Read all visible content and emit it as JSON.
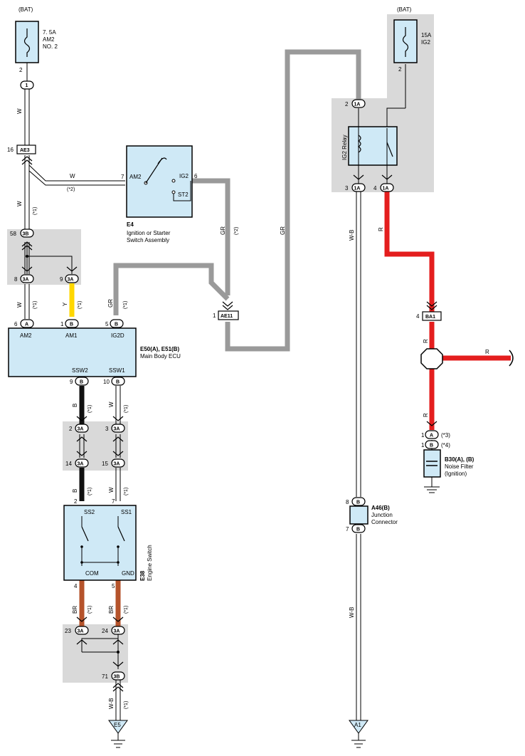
{
  "fuses": {
    "am2": {
      "source": "(BAT)",
      "rating": "7. 5A",
      "name": "AM2",
      "extra": "NO. 2",
      "pin": "2"
    },
    "ig2": {
      "source": "(BAT)",
      "rating": "15A",
      "name": "IG2",
      "pin": "2"
    }
  },
  "connectors": {
    "c1": "1",
    "ae3": "AE3",
    "ae3_pin": "16",
    "j58": "3B",
    "j58_pin": "58",
    "j8": "3A",
    "j8_pin": "8",
    "j9": "3A",
    "j9_pin": "9",
    "ae11": "AE11",
    "ae11_pin": "1",
    "relay_in": "1A",
    "relay_in_pin": "2",
    "relay_out1": "1A",
    "relay_out1_pin": "3",
    "relay_out2": "1A",
    "relay_out2_pin": "4",
    "ba1": "BA1",
    "ba1_pin": "4",
    "ecu_a": "A",
    "ecu_a_pin": "6",
    "ecu_b1": "B",
    "ecu_b1_pin": "1",
    "ecu_b5": "B",
    "ecu_b5_pin": "5",
    "ecu_b9": "B",
    "ecu_b9_pin": "9",
    "ecu_b10": "B",
    "ecu_b10_pin": "10",
    "c2": "3A",
    "c2_pin": "2",
    "c3": "3A",
    "c3_pin": "3",
    "c14": "3A",
    "c14_pin": "14",
    "c15": "3A",
    "c15_pin": "15",
    "c23": "3A",
    "c23_pin": "23",
    "c24": "3A",
    "c24_pin": "24",
    "c71": "3B",
    "c71_pin": "71",
    "nf_a": "A",
    "nf_a_pin": "1",
    "nf_a_note": "(*3)",
    "nf_b": "B",
    "nf_b_pin": "1",
    "nf_b_note": "(*4)",
    "jc8": "B",
    "jc8_pin": "8",
    "jc7": "B",
    "jc7_pin": "7",
    "es_pin_ss2": "2",
    "es_pin_ss1": "7",
    "es_pin_com": "4",
    "es_pin_gnd": "5"
  },
  "wires": {
    "w": "W",
    "y": "Y",
    "gr": "GR",
    "r": "R",
    "b": "B",
    "br": "BR",
    "wb": "W-B",
    "note1": "(*1)",
    "note2": "(*2)"
  },
  "ignition_switch": {
    "id": "E4",
    "name_line1": "Ignition or Starter",
    "name_line2": "Switch Assembly",
    "am2": "AM2",
    "ig2": "IG2",
    "st2": "ST2",
    "pin_am2": "7",
    "pin_ig2": "6"
  },
  "ecu": {
    "id": "E50(A), E51(B)",
    "name": "Main Body ECU",
    "am2": "AM2",
    "am1": "AM1",
    "ig2d": "IG2D",
    "ssw2": "SSW2",
    "ssw1": "SSW1"
  },
  "relay": {
    "name": "IG2 Relay"
  },
  "engine_switch": {
    "id": "E38",
    "name": "Engine Switch",
    "ss2": "SS2",
    "ss1": "SS1",
    "com": "COM",
    "gnd": "GND"
  },
  "noise_filter": {
    "id": "B30(A), (B)",
    "name": "Noise Filter",
    "sub": "(Ignition)"
  },
  "junction": {
    "id": "A46(B)",
    "name_line1": "Junction",
    "name_line2": "Connector"
  },
  "grounds": {
    "e5": "E5",
    "a1": "A1"
  },
  "colors": {
    "component_fill": "#cfe9f6",
    "shade": "#d9d9d9",
    "gray_wire": "#9a9a9a",
    "red_wire": "#e41e1e",
    "yellow_wire": "#ffd700",
    "brown_wire": "#b5532b",
    "black_wire": "#111111"
  }
}
